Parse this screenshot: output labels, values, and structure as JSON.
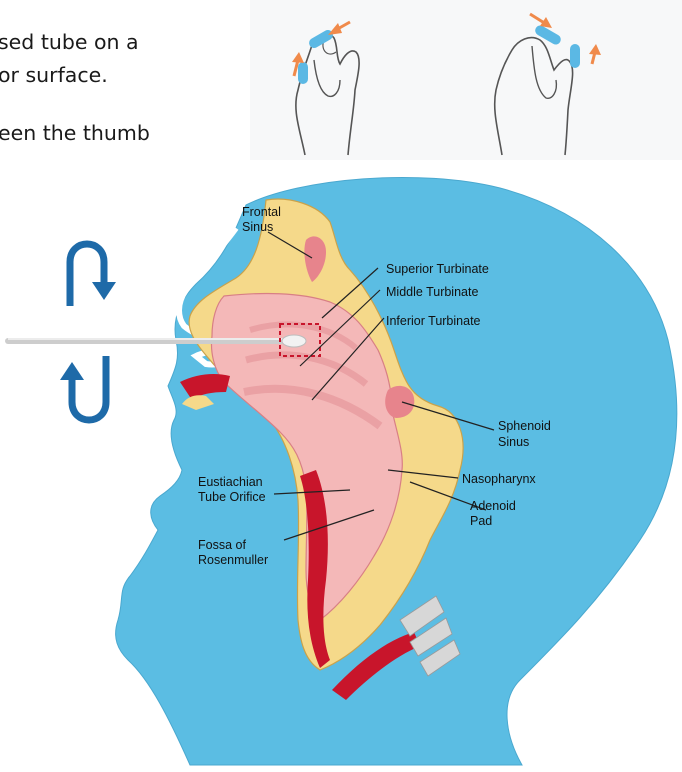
{
  "instructions": {
    "line1": "sed tube on a",
    "line2": " or surface.",
    "line3": "een the thumb"
  },
  "labels": {
    "frontal_sinus_1": "Frontal",
    "frontal_sinus_2": "Sinus",
    "superior_turbinate": "Superior Turbinate",
    "middle_turbinate": "Middle Turbinate",
    "inferior_turbinate": "Inferior Turbinate",
    "sphenoid_sinus_1": "Sphenoid",
    "sphenoid_sinus_2": "Sinus",
    "nasopharynx": "Nasopharynx",
    "eustachian_1": "Eustiachian",
    "eustachian_2": "Tube Orifice",
    "adenoid_1": "Adenoid",
    "adenoid_2": "Pad",
    "fossa_1": "Fossa of",
    "fossa_2": "Rosenmuller"
  },
  "colors": {
    "head": "#5bbde3",
    "nasal_cavity": "#f4b8b8",
    "bone": "#f5d98a",
    "arrow": "#1e6aa8",
    "pinch_arrow": "#f08a4b"
  },
  "icons": {
    "rotate_clockwise": "rotate-clockwise-arrow",
    "rotate_counterclockwise": "rotate-counterclockwise-arrow",
    "swab": "nasal-swab",
    "hand_left": "pinching-hand",
    "hand_right": "pinching-hand"
  }
}
